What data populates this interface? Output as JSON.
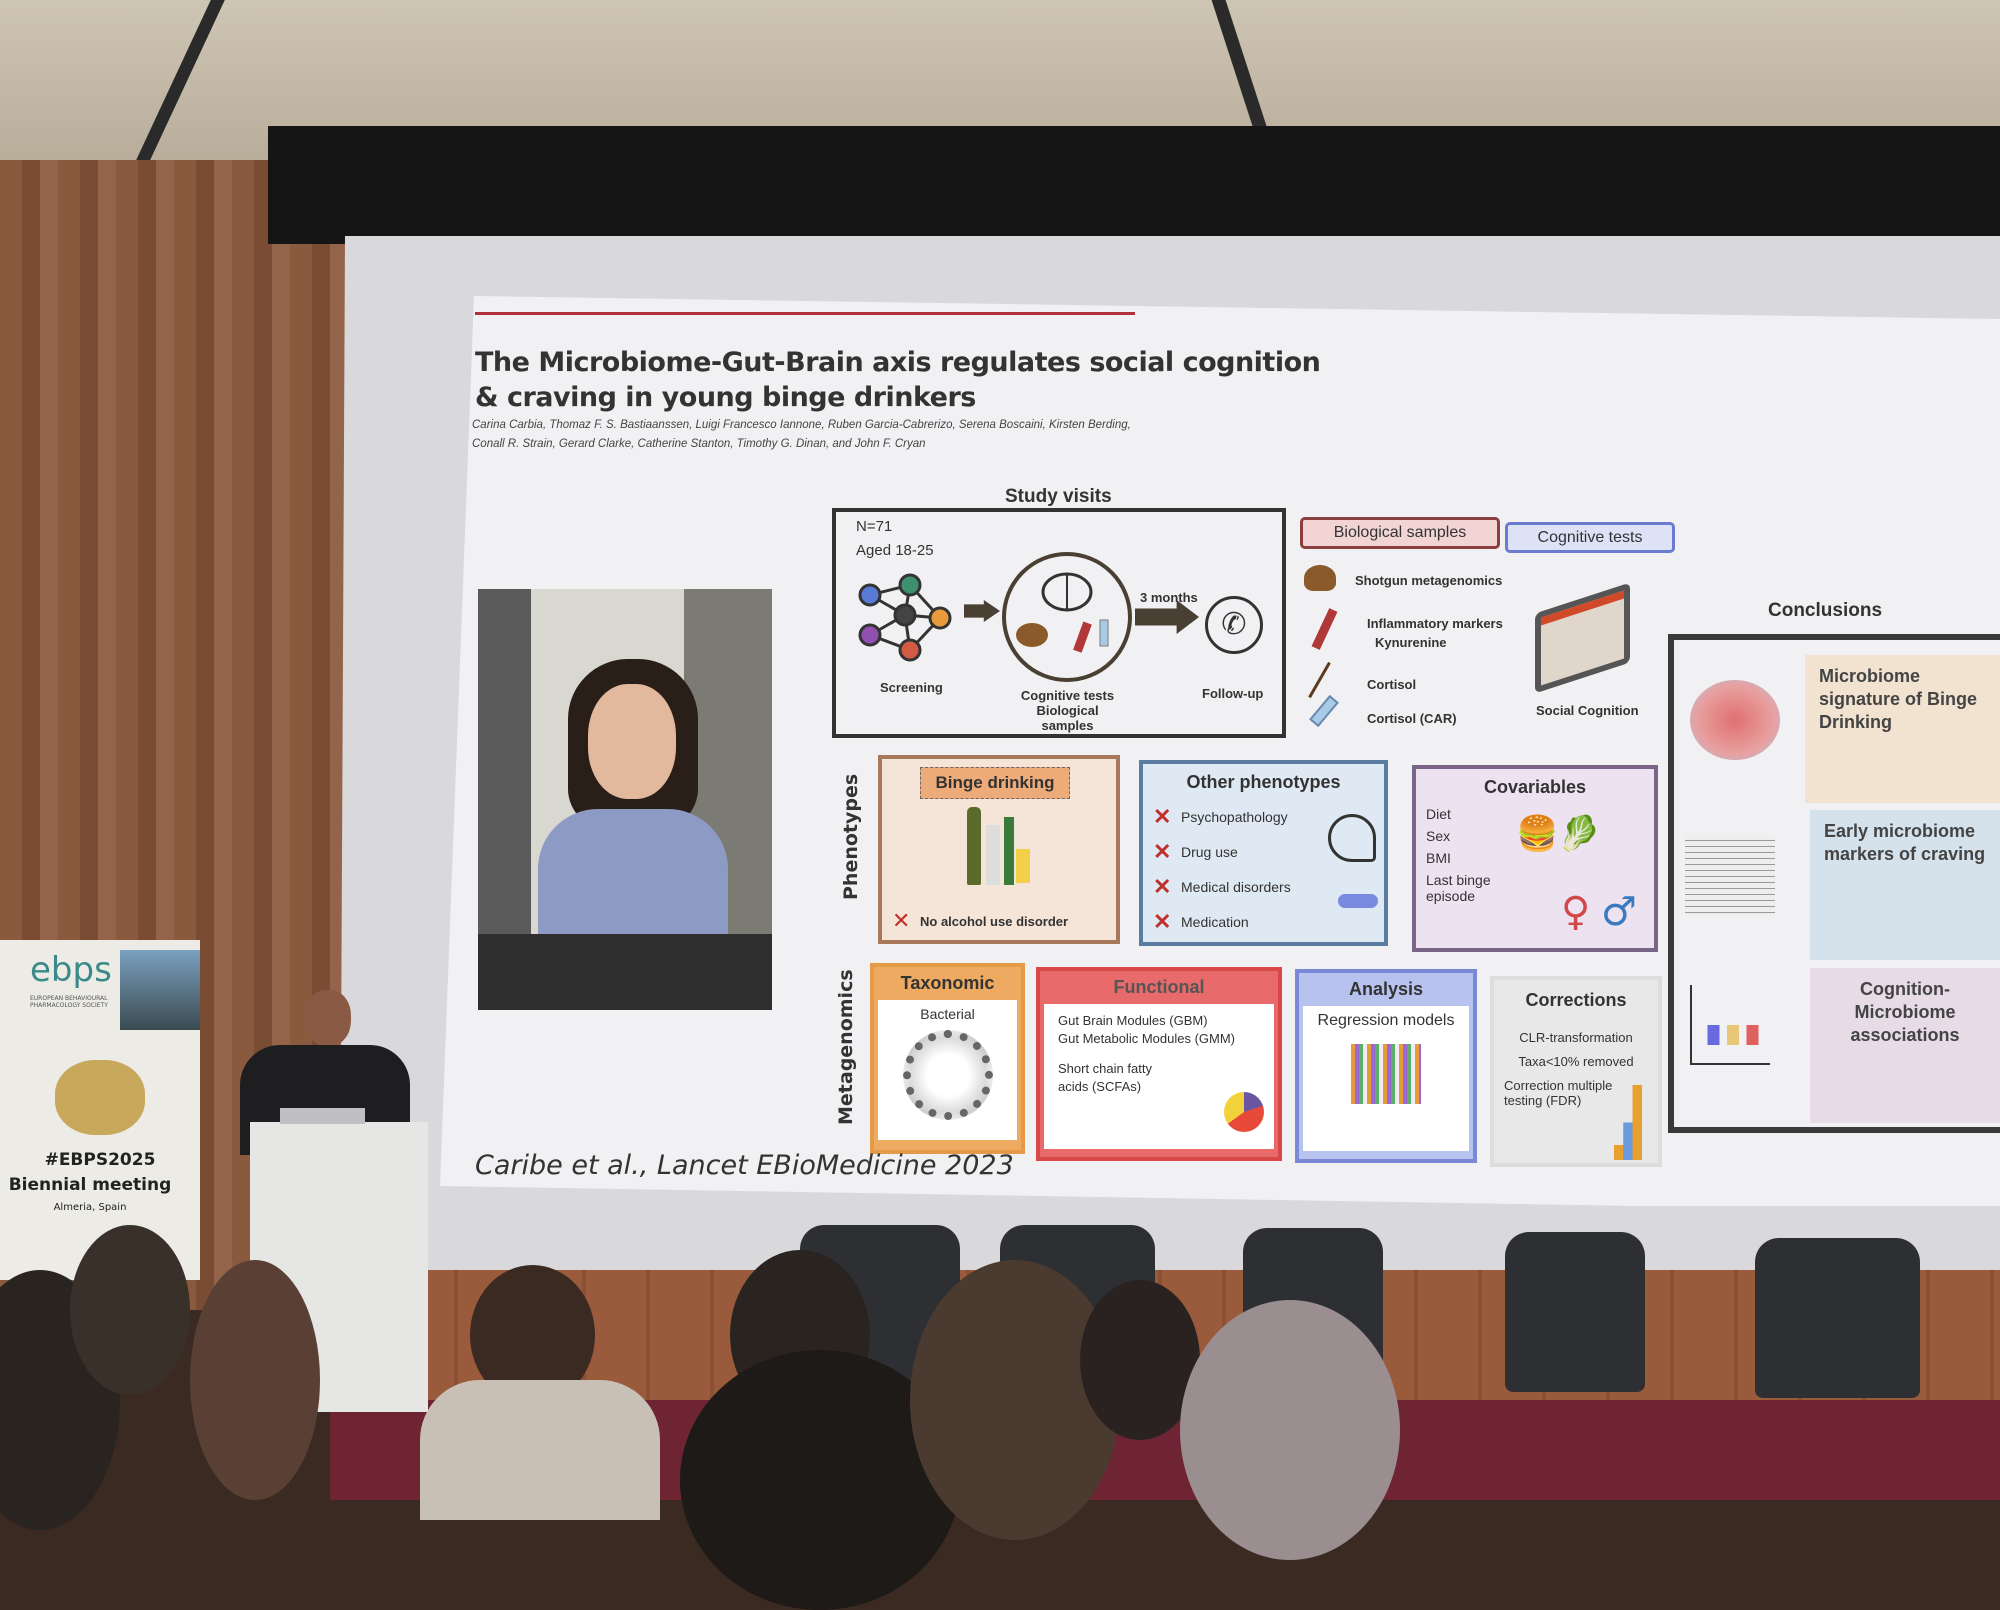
{
  "slide": {
    "title_line1": "The Microbiome-Gut-Brain axis regulates social cognition",
    "title_line2": "& craving in young binge drinkers",
    "authors_line1": "Carina Carbia, Thomaz F. S. Bastiaanssen, Luigi Francesco Iannone, Ruben Garcia-Cabrerizo, Serena Boscaini, Kirsten Berding,",
    "authors_line2": "Conall R. Strain, Gerard Clarke, Catherine Stanton, Timothy G. Dinan, and John F. Cryan",
    "study_visits": {
      "title": "Study visits",
      "n": "N=71",
      "age": "Aged 18-25",
      "screening": "Screening",
      "middle_line1": "Cognitive tests",
      "middle_line2": "Biological samples",
      "interval": "3 months",
      "followup": "Follow-up"
    },
    "biological_samples": {
      "title": "Biological samples",
      "items": [
        "Shotgun metagenomics",
        "Inflammatory markers",
        "Kynurenine",
        "Cortisol",
        "Cortisol (CAR)"
      ]
    },
    "cognitive_tests": {
      "title": "Cognitive tests",
      "item": "Social Cognition"
    },
    "phenotypes_label": "Phenotypes",
    "binge": {
      "title": "Binge drinking",
      "exclusion": "No alcohol use disorder"
    },
    "other": {
      "title": "Other phenotypes",
      "items": [
        "Psychopathology",
        "Drug use",
        "Medical disorders",
        "Medication"
      ]
    },
    "covariables": {
      "title": "Covariables",
      "items": [
        "Diet",
        "Sex",
        "BMI",
        "Last binge episode"
      ]
    },
    "metagenomics_label": "Metagenomics",
    "taxonomic": {
      "title": "Taxonomic",
      "sub": "Bacterial"
    },
    "functional": {
      "title": "Functional",
      "l1": "Gut Brain Modules (GBM)",
      "l2": "Gut Metabolic Modules (GMM)",
      "l3": "Short chain fatty acids (SCFAs)"
    },
    "analysis": {
      "title": "Analysis",
      "sub": "Regression models"
    },
    "corrections": {
      "title": "Corrections",
      "items": [
        "CLR-transformation",
        "Taxa<10% removed",
        "Correction multiple testing (FDR)"
      ]
    },
    "conclusions": {
      "title": "Conclusions",
      "items": [
        "Microbiome signature of Binge Drinking",
        "Early microbiome markers of craving",
        "Cognition-Microbiome associations"
      ]
    },
    "citation": "Caribe et al., Lancet EBioMedicine 2023"
  },
  "banner": {
    "logo": "ebps",
    "society": "EUROPEAN BEHAVIOURAL PHARMACOLOGY SOCIETY",
    "hashtag": "#EBPS2025",
    "meeting": "Biennial meeting",
    "location": "Almeria, Spain"
  }
}
